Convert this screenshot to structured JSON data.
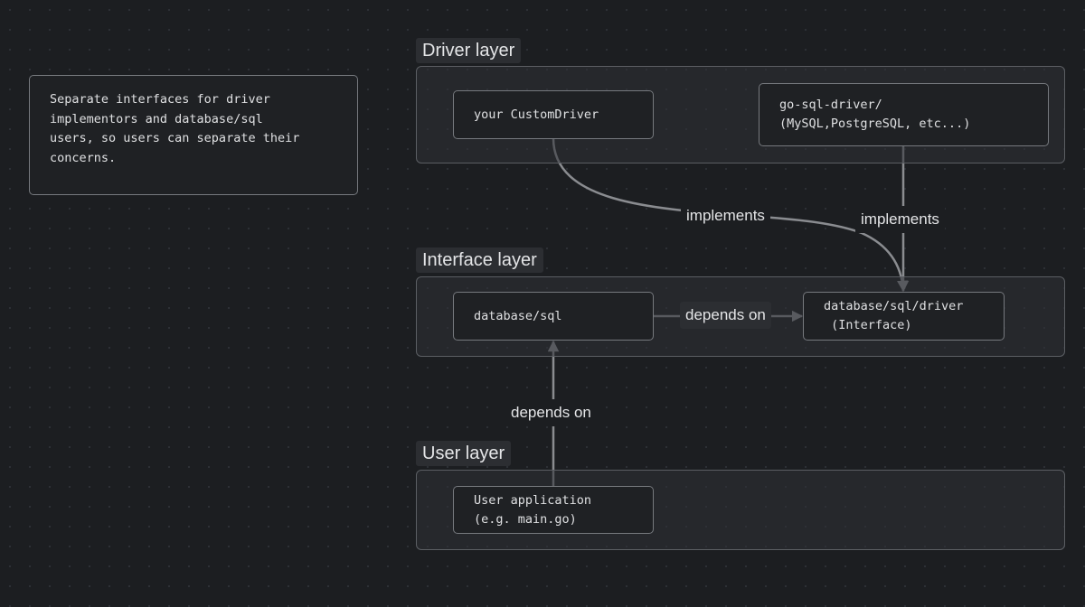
{
  "note": {
    "lines": [
      "Separate interfaces for driver",
      "implementors and database/sql",
      "users, so users can separate their",
      "concerns."
    ]
  },
  "sections": {
    "driver": {
      "title": "Driver layer"
    },
    "interface": {
      "title": "Interface layer"
    },
    "user": {
      "title": "User layer"
    }
  },
  "nodes": {
    "custom_driver": {
      "lines": [
        "your CustomDriver"
      ]
    },
    "go_sql_driver": {
      "lines": [
        "go-sql-driver/",
        "(MySQL,PostgreSQL, etc...)"
      ]
    },
    "database_sql": {
      "lines": [
        "database/sql"
      ]
    },
    "sql_driver": {
      "lines": [
        "database/sql/driver",
        " (Interface)"
      ]
    },
    "user_app": {
      "lines": [
        "User application",
        "(e.g. main.go)"
      ]
    }
  },
  "edges": {
    "custom_implements": "implements",
    "go_implements": "implements",
    "sql_depends": "depends on",
    "user_depends": "depends on"
  },
  "colors": {
    "background": "#1c1e21",
    "line": "#8a8c90",
    "text": "#e4e5e7"
  }
}
